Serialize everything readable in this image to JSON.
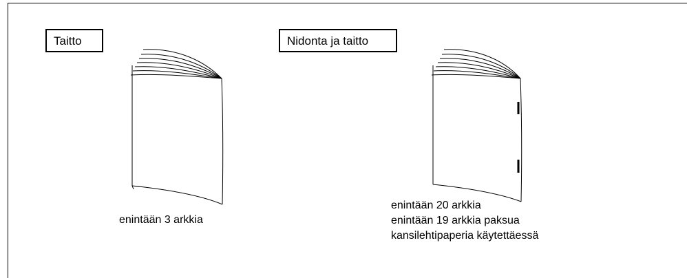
{
  "panels": [
    {
      "label": "Taitto",
      "caption_lines": [
        "enintään 3 arkkia"
      ]
    },
    {
      "label": "Nidonta ja taitto",
      "caption_lines": [
        "enintään 20 arkkia",
        "enintään 19 arkkia paksua",
        "kansilehtipaperia käytettäessä"
      ]
    }
  ]
}
